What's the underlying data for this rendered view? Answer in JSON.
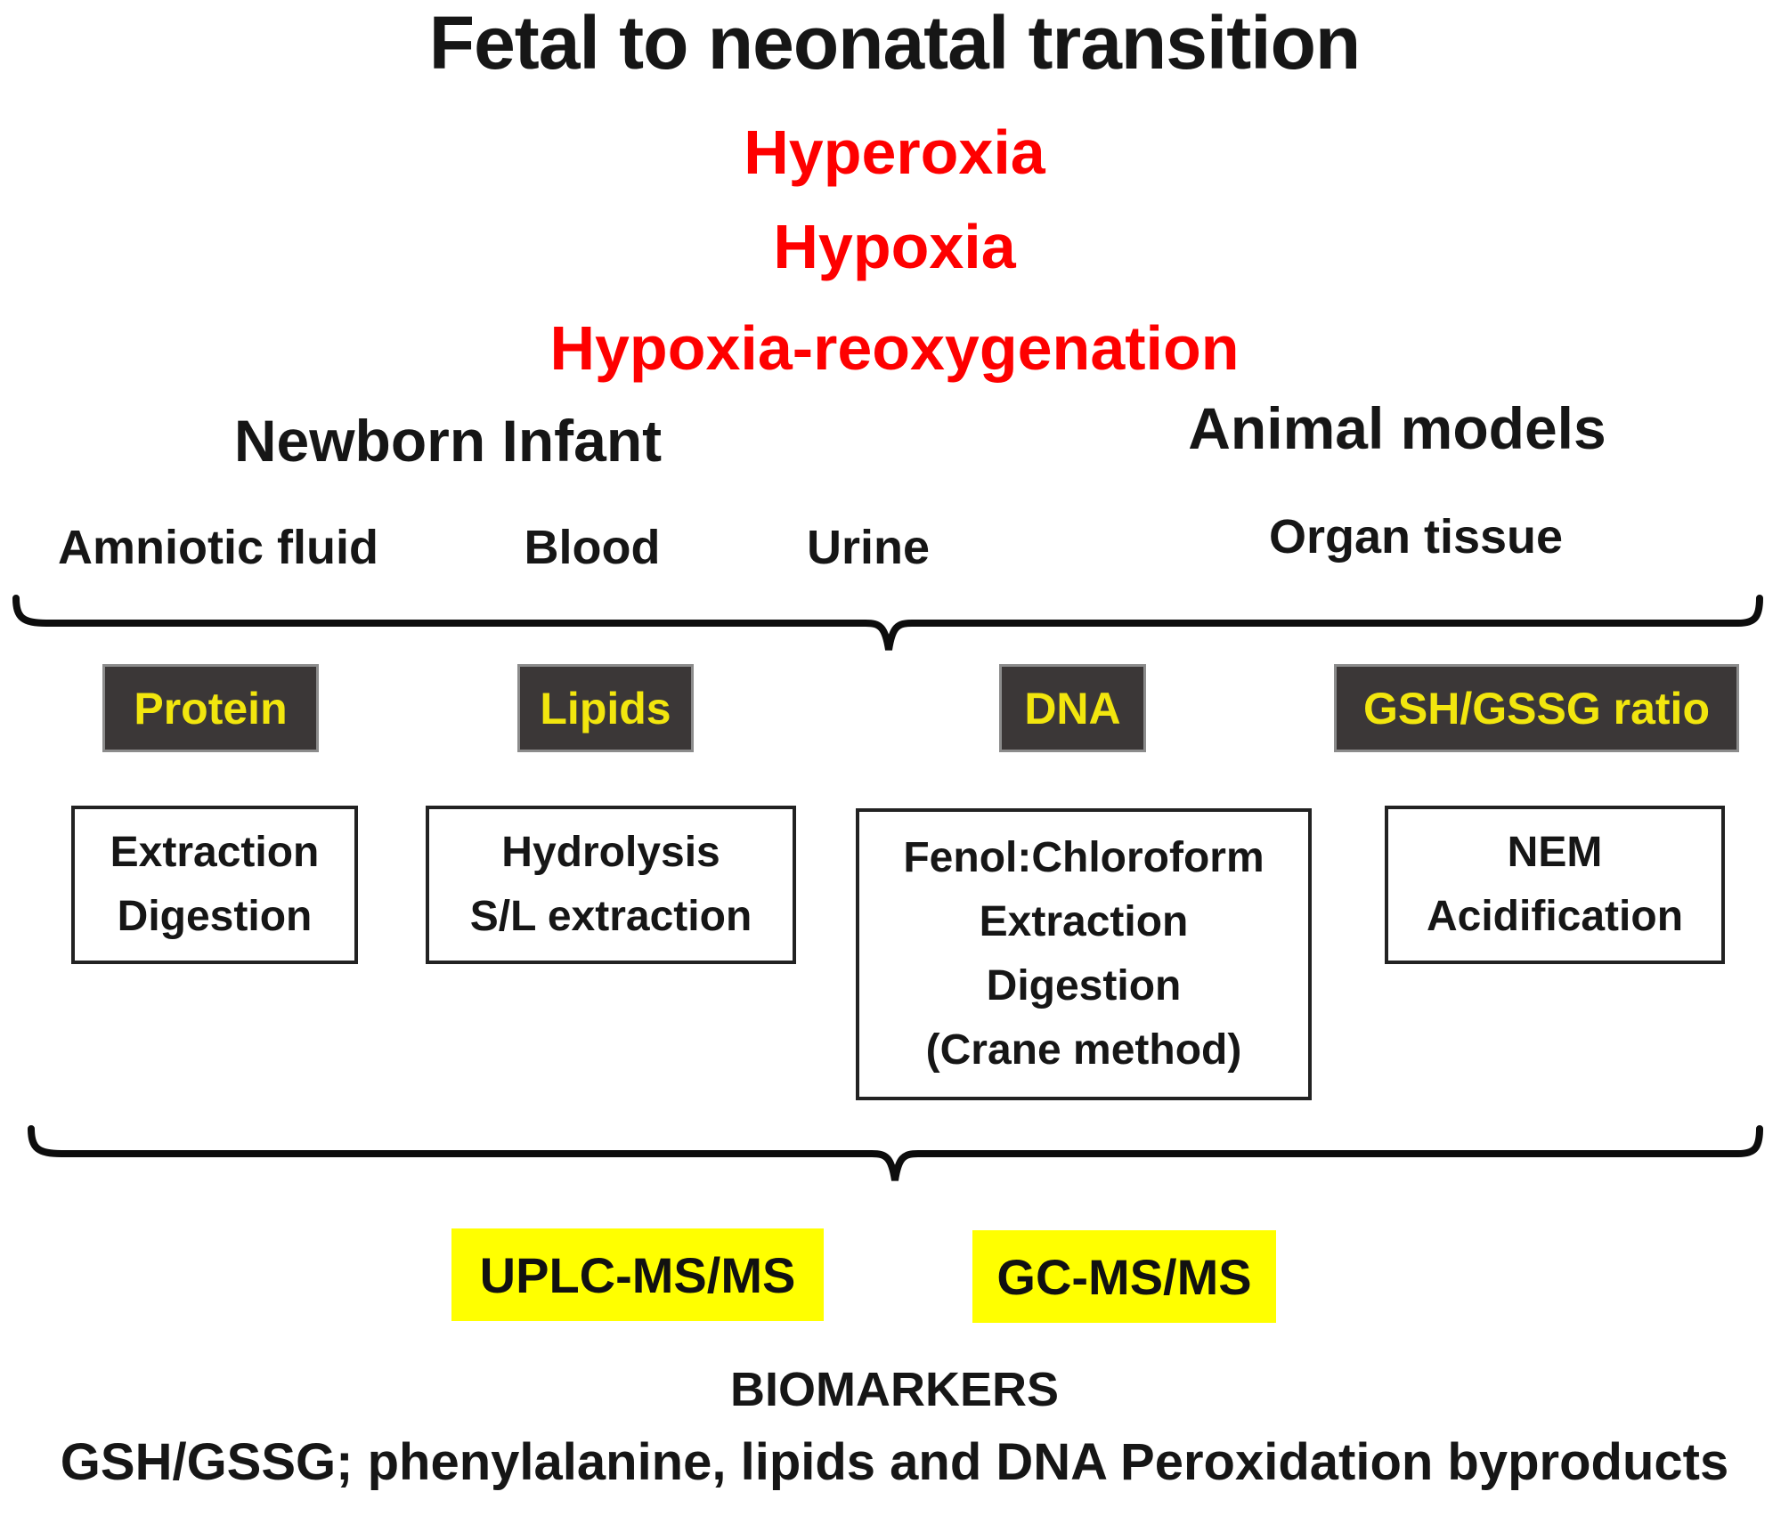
{
  "title": "Fetal to neonatal transition",
  "conditions": {
    "line1": "Hyperoxia",
    "line2": "Hypoxia",
    "line3": "Hypoxia-reoxygenation"
  },
  "sources": {
    "newborn_infant": "Newborn Infant",
    "animal_models": "Animal models"
  },
  "samples": {
    "amniotic_fluid": "Amniotic fluid",
    "blood": "Blood",
    "urine": "Urine",
    "organ_tissue": "Organ tissue"
  },
  "analytes": {
    "protein": {
      "label": "Protein",
      "prep": {
        "line1": "Extraction",
        "line2": "Digestion"
      }
    },
    "lipids": {
      "label": "Lipids",
      "prep": {
        "line1": "Hydrolysis",
        "line2": "S/L extraction"
      }
    },
    "dna": {
      "label": "DNA",
      "prep": {
        "line1": "Fenol:Chloroform",
        "line2": "Extraction",
        "line3": "Digestion",
        "line4": "(Crane method)"
      }
    },
    "gsh_gssg": {
      "label": "GSH/GSSG ratio",
      "prep": {
        "line1": "NEM",
        "line2": "Acidification"
      }
    }
  },
  "instruments": {
    "uplc": "UPLC-MS/MS",
    "gc": "GC-MS/MS"
  },
  "output": {
    "heading": "BIOMARKERS",
    "detail": "GSH/GSSG; phenylalanine, lipids and DNA Peroxidation byproducts"
  },
  "colors": {
    "condition_text": "#fe0000",
    "analyte_box_bg": "#3b3737",
    "analyte_box_border": "#8c8c8c",
    "analyte_box_text": "#f2e60e",
    "instrument_highlight_bg": "#ffff00",
    "body_text": "#161616"
  }
}
